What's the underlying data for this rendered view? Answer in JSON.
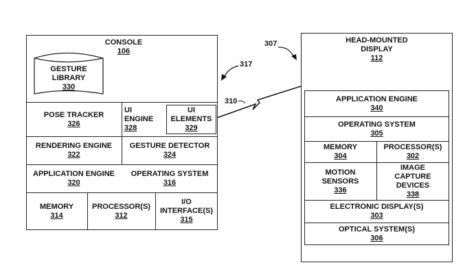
{
  "console": {
    "title": "CONSOLE",
    "num": "106",
    "gesture_library": {
      "label": "GESTURE\nLIBRARY",
      "num": "330"
    },
    "pose_tracker": {
      "label": "POSE TRACKER",
      "num": "326"
    },
    "ui_engine": {
      "label": "UI\nENGINE",
      "num": "328"
    },
    "ui_elements": {
      "label": "UI\nELEMENTS",
      "num": "329"
    },
    "rendering_engine": {
      "label": "RENDERING ENGINE",
      "num": "322"
    },
    "gesture_detector": {
      "label": "GESTURE DETECTOR",
      "num": "324"
    },
    "application_engine": {
      "label": "APPLICATION ENGINE",
      "num": "320"
    },
    "operating_system": {
      "label": "OPERATING SYSTEM",
      "num": "316"
    },
    "memory": {
      "label": "MEMORY",
      "num": "314"
    },
    "processors": {
      "label": "PROCESSOR(S)",
      "num": "312"
    },
    "io_interfaces": {
      "label": "I/O\nINTERFACE(S)",
      "num": "315"
    }
  },
  "hmd": {
    "title": "HEAD-MOUNTED\nDISPLAY",
    "num": "112",
    "application_engine": {
      "label": "APPLICATION ENGINE",
      "num": "340"
    },
    "operating_system": {
      "label": "OPERATING SYSTEM",
      "num": "305"
    },
    "memory": {
      "label": "MEMORY",
      "num": "304"
    },
    "processors": {
      "label": "PROCESSOR(S)",
      "num": "302"
    },
    "motion_sensors": {
      "label": "MOTION\nSENSORS",
      "num": "336"
    },
    "image_capture": {
      "label": "IMAGE\nCAPTURE\nDEVICES",
      "num": "338"
    },
    "electronic_display": {
      "label": "ELECTRONIC DISPLAY(S)",
      "num": "303"
    },
    "optical_system": {
      "label": "OPTICAL SYSTEM(S)",
      "num": "306"
    }
  },
  "refs": {
    "system": "307",
    "gesture_arrow": "317",
    "link": "310"
  }
}
